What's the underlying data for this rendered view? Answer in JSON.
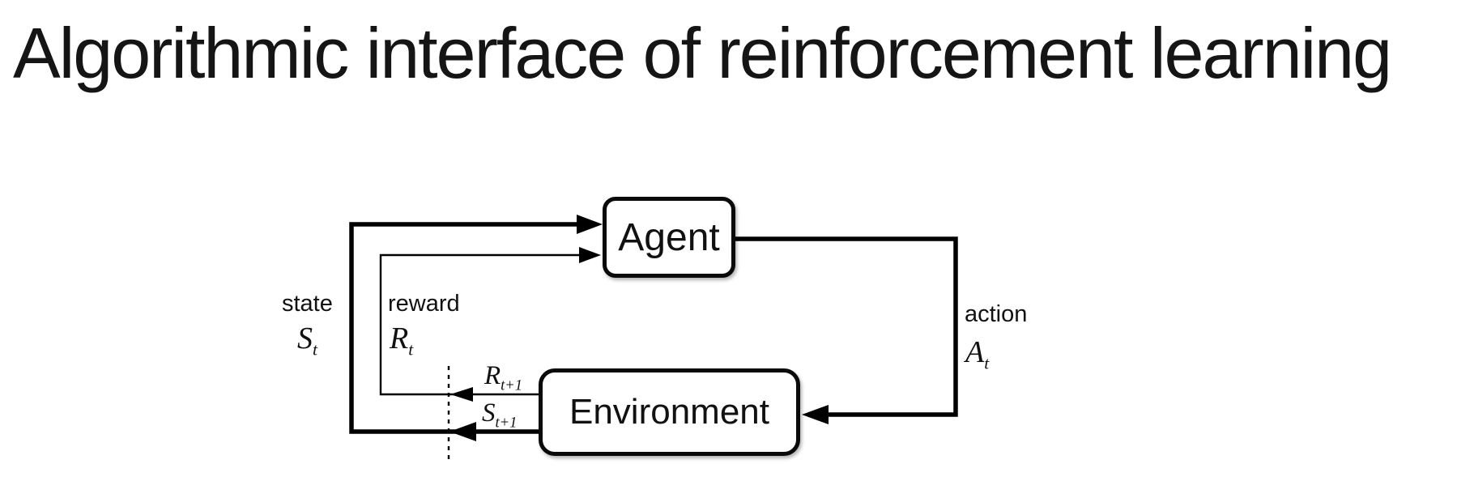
{
  "title": "Algorithmic interface of reinforcement learning",
  "diagram": {
    "agent_label": "Agent",
    "environment_label": "Environment",
    "labels": {
      "state": {
        "word": "state",
        "symbol": "S",
        "sub": "t"
      },
      "reward": {
        "word": "reward",
        "symbol": "R",
        "sub": "t"
      },
      "action": {
        "word": "action",
        "symbol": "A",
        "sub": "t"
      },
      "next_reward": {
        "symbol": "R",
        "sub": "t+1"
      },
      "next_state": {
        "symbol": "S",
        "sub": "t+1"
      }
    },
    "colors": {
      "line": "#000000",
      "box_border": "#0a0a0a",
      "box_fill": "#ffffff",
      "text": "#111111",
      "background": "#ffffff"
    }
  }
}
